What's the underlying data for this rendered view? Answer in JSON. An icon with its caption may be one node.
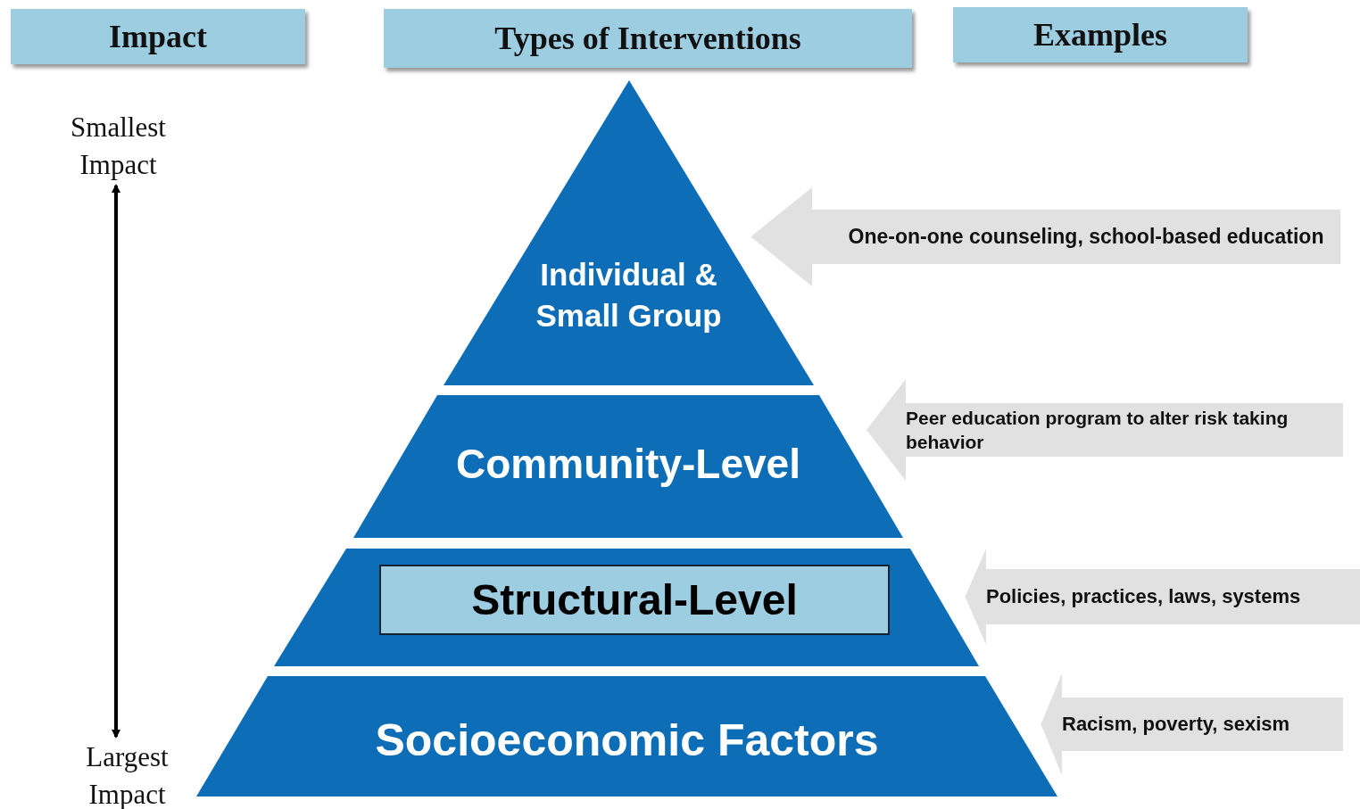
{
  "diagram": {
    "nodes": [
      {
        "text": [
          "Impact"
        ]
      },
      {
        "text": [
          "Types of Interventions"
        ]
      },
      {
        "text": [
          "Examples"
        ]
      },
      {
        "text": [
          "Smallest Impact"
        ]
      },
      {
        "text": [
          "Individual & Small Group"
        ]
      },
      {
        "text": [
          "One-on-one counseling, school-based education"
        ]
      },
      {
        "text": [
          "Community-Level"
        ]
      },
      {
        "text": [
          "Peer education program to alter risk taking behavior"
        ]
      },
      {
        "text": [],
        "shape": "trapezoid"
      },
      {
        "text": [
          "Structural-Level"
        ],
        "in": 8
      },
      {
        "text": [
          "Policies, practices, laws, systems"
        ]
      },
      {
        "text": [
          "Socioeconomic Factors"
        ]
      },
      {
        "text": [
          "Racism, poverty, sexism"
        ]
      },
      {
        "text": [
          "Largest Impact"
        ]
      }
    ],
    "edges": [
      {
        "from": 3,
        "to": 13,
        "arrow": "both",
        "color": "#000000"
      },
      {
        "from": 5,
        "to": 4,
        "arrow": "to"
      },
      {
        "from": 7,
        "to": 6,
        "arrow": "to"
      },
      {
        "from": 10,
        "to": 8,
        "arrow": "to"
      },
      {
        "from": 12,
        "to": 11,
        "arrow": "to"
      }
    ]
  }
}
